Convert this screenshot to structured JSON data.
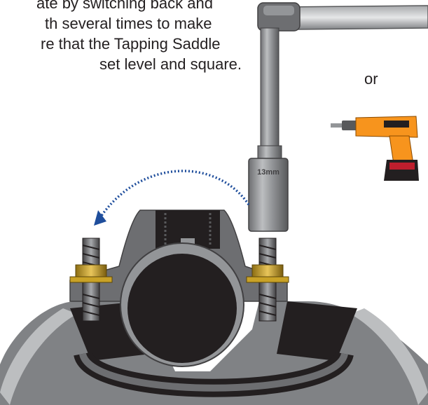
{
  "instructions": {
    "lines": [
      "ate by switching back and",
      "th several times to make",
      "re that the Tapping Saddle",
      "set level and square."
    ]
  },
  "alternative_label": "or",
  "socket_size_label": "13mm",
  "colors": {
    "wrench_steel": "#8e8e90",
    "saddle_gray": "#6d6e71",
    "pipe_black": "#231f20",
    "nut_gold": "#c9a227",
    "drill_orange": "#f7941d",
    "arrow_blue": "#1f4e9c"
  },
  "icons": [
    "ratchet-wrench-icon",
    "cordless-drill-icon",
    "rotation-arrow-icon"
  ]
}
